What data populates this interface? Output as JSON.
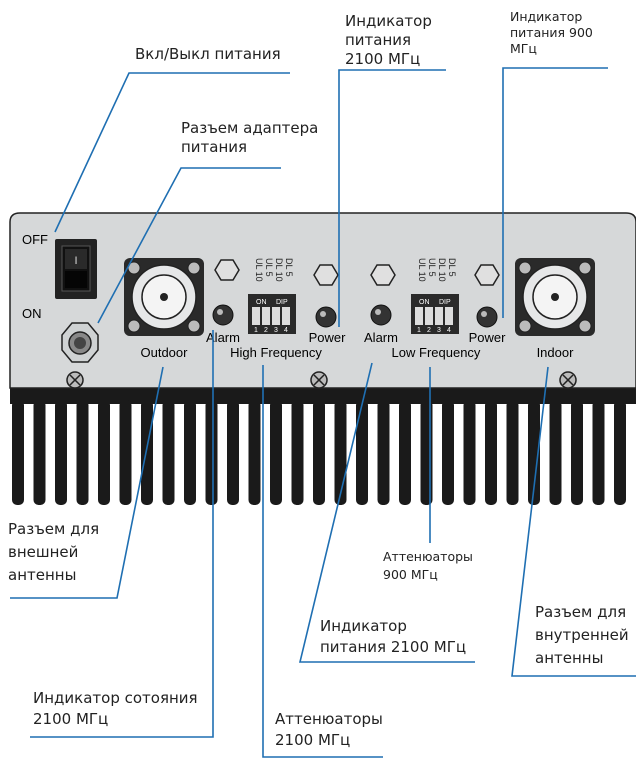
{
  "labels": {
    "power_switch": "Вкл/Выкл питания",
    "adapter_line1": "Разъем адаптера",
    "adapter_line2": "питания",
    "pi2100_top_1": "Индикатор",
    "pi2100_top_2": "питания",
    "pi2100_top_3": "2100 МГц",
    "pi900_1": "Индикатор",
    "pi900_2": "питания 900",
    "pi900_3": "МГц",
    "ext_ant_1": "Разъем для",
    "ext_ant_2": "внешней",
    "ext_ant_3": "антенны",
    "att900_1": "Аттенюаторы",
    "att900_2": "900 МГц",
    "pi2100_bot_1": "Индикатор",
    "pi2100_bot_2": "питания 2100 МГц",
    "int_ant_1": "Разъем для",
    "int_ant_2": "внутренней",
    "int_ant_3": "антенны",
    "alarm2100_1": "Индикатор сотояния",
    "alarm2100_2": "2100 МГц",
    "att2100_1": "Аттенюаторы",
    "att2100_2": "2100 МГц"
  },
  "panel": {
    "off": "OFF",
    "on": "ON",
    "switch_mark": "I",
    "outdoor": "Outdoor",
    "indoor": "Indoor",
    "alarm_left": "Alarm",
    "alarm_right": "Alarm",
    "power_left": "Power",
    "power_right": "Power",
    "high_freq": "High Frequency",
    "low_freq": "Low Frequency",
    "dip_on": "ON",
    "dip_dip": "DIP",
    "dip_nums": [
      "1",
      "2",
      "3",
      "4"
    ],
    "dip_labels": [
      "UL 10",
      "UL 5",
      "DL 10",
      "DL 5"
    ]
  },
  "colors": {
    "leader": "#1f6fb2",
    "panel": "#d6d8d9",
    "fins": "#1a1a1a",
    "text": "#222222"
  }
}
